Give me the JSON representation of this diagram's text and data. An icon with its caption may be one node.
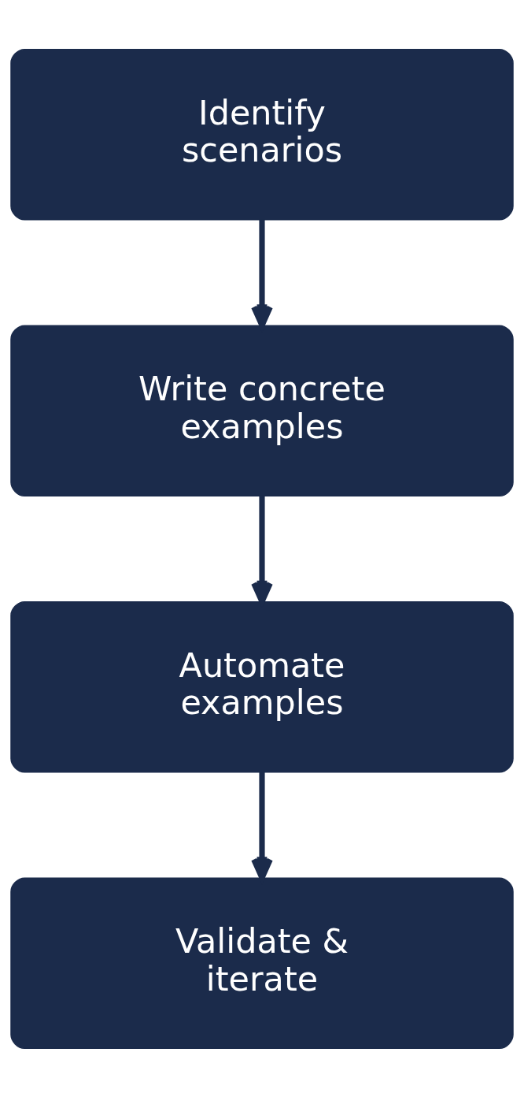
{
  "diagram": {
    "nodes": [
      {
        "text": [
          "Identify scenarios"
        ]
      },
      {
        "text": [
          "Write concrete examples"
        ]
      },
      {
        "text": [
          "Automate examples"
        ]
      },
      {
        "text": [
          "Validate & iterate"
        ]
      }
    ],
    "edges": [
      {
        "from": 0,
        "to": 1,
        "arrow": "to"
      },
      {
        "from": 1,
        "to": 2,
        "arrow": "to"
      },
      {
        "from": 2,
        "to": 3,
        "arrow": "to"
      }
    ]
  }
}
